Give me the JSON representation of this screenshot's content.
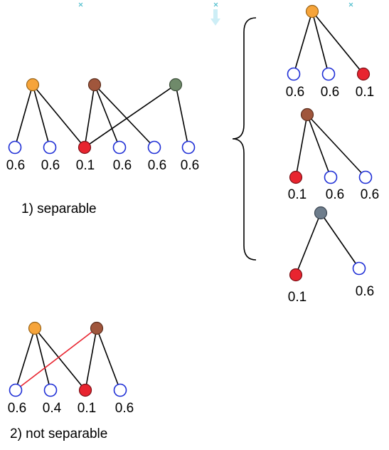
{
  "diagram1": {
    "caption": "1) separable",
    "leaf_labels": [
      "0.6",
      "0.6",
      "0.1",
      "0.6",
      "0.6",
      "0.6"
    ]
  },
  "diagram2": {
    "caption": "2) not separable",
    "leaf_labels": [
      "0.6",
      "0.4",
      "0.1",
      "0.6"
    ]
  },
  "components": [
    {
      "leaf_labels": [
        "0.6",
        "0.6",
        "0.1"
      ]
    },
    {
      "leaf_labels": [
        "0.1",
        "0.6",
        "0.6"
      ]
    },
    {
      "leaf_labels": [
        "0.1",
        "0.6"
      ]
    }
  ],
  "colors": {
    "orange": "#f6a43a",
    "brown": "#a0563c",
    "green": "#6f8a6a",
    "slate": "#6e7d8c",
    "red": "#e8242f",
    "blue": "#1f2fd6"
  }
}
